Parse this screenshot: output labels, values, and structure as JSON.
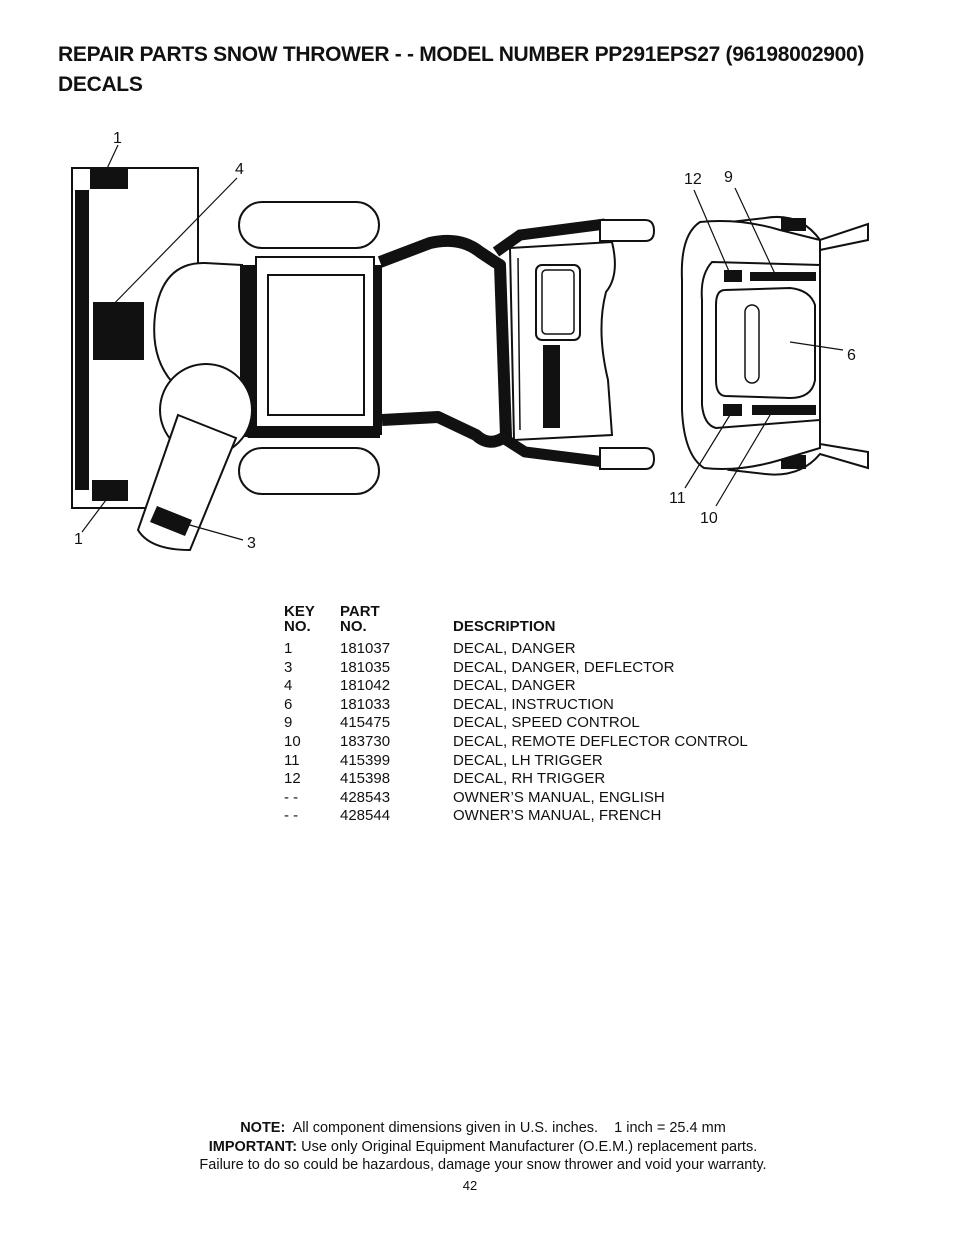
{
  "header": {
    "title_line1": "REPAIR PARTS SNOW THROWER - - MODEL NUMBER PP291EPS27 (96198002900)",
    "title_line2": "DECALS"
  },
  "diagram": {
    "callouts": {
      "k1_top": "1",
      "k1_bottom": "1",
      "k3": "3",
      "k4": "4",
      "k6": "6",
      "k9": "9",
      "k10": "10",
      "k11": "11",
      "k12": "12"
    }
  },
  "parts_table": {
    "headers": {
      "key_line1": "KEY",
      "key_line2": "NO.",
      "part_line1": "PART",
      "part_line2": "NO.",
      "description": "DESCRIPTION"
    },
    "rows": [
      {
        "key": "1",
        "part": "181037",
        "description": "DECAL, DANGER"
      },
      {
        "key": "3",
        "part": "181035",
        "description": "DECAL, DANGER, DEFLECTOR"
      },
      {
        "key": "4",
        "part": "181042",
        "description": "DECAL, DANGER"
      },
      {
        "key": "6",
        "part": "181033",
        "description": "DECAL, INSTRUCTION"
      },
      {
        "key": "9",
        "part": "415475",
        "description": "DECAL, SPEED CONTROL"
      },
      {
        "key": "10",
        "part": "183730",
        "description": "DECAL, REMOTE DEFLECTOR CONTROL"
      },
      {
        "key": "11",
        "part": "415399",
        "description": "DECAL, LH TRIGGER"
      },
      {
        "key": "12",
        "part": "415398",
        "description": "DECAL, RH TRIGGER"
      },
      {
        "key": "- -",
        "part": "428543",
        "description": "OWNER’S MANUAL, ENGLISH"
      },
      {
        "key": "- -",
        "part": "428544",
        "description": "OWNER’S MANUAL, FRENCH"
      }
    ]
  },
  "footer": {
    "note_label": "NOTE:",
    "note_text": "All component dimensions given in U.S. inches.    1 inch = 25.4 mm",
    "important_label": "IMPORTANT:",
    "important_text": "Use only Original Equipment Manufacturer (O.E.M.) replacement parts.",
    "warning_text": "Failure to do so could be hazardous, damage your snow thrower and void your warranty.",
    "page_number": "42"
  }
}
